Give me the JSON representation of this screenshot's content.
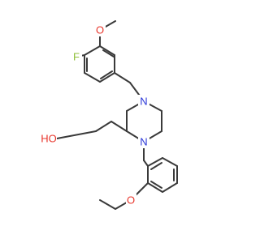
{
  "molecule": {
    "colors": {
      "bond": "#3a3a3a",
      "oxygen": "#e8352b",
      "nitrogen": "#2a36d8",
      "fluorine": "#8fbf3a",
      "hydrogen": "#e8352b"
    },
    "atom_labels": {
      "fluorine": "F",
      "methoxy_oxygen": "O",
      "hydroxyl": "HO",
      "piperazine_n4": "N",
      "piperazine_n1": "N",
      "ethoxy_oxygen": "O"
    }
  }
}
